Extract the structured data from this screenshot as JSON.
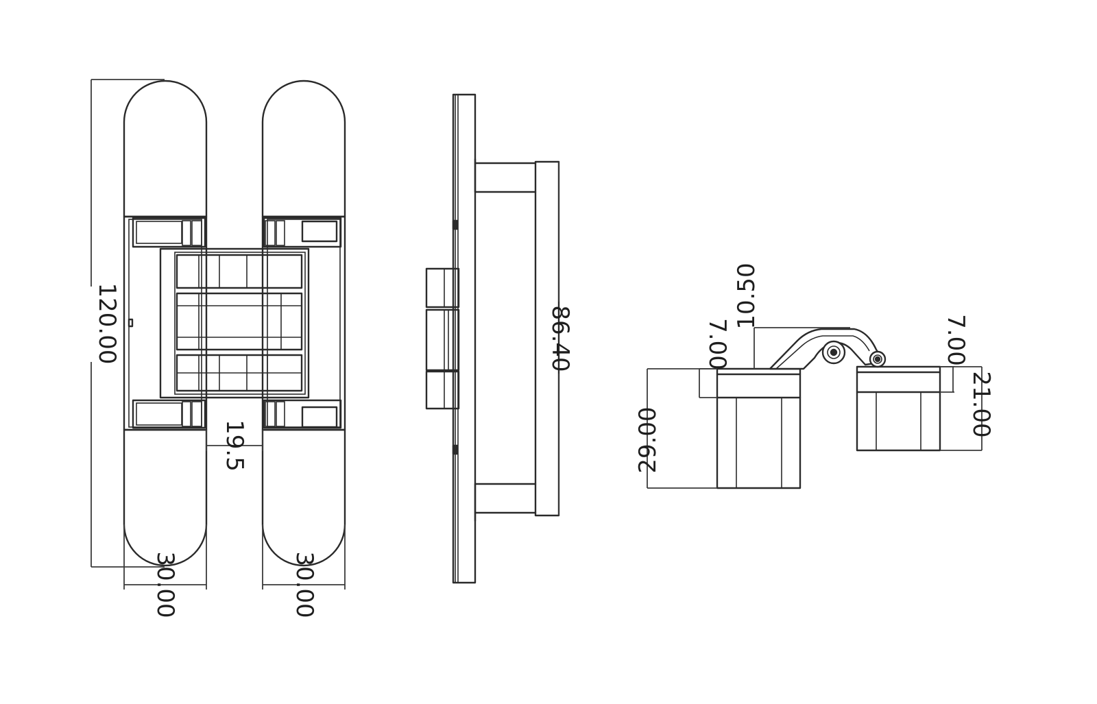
{
  "drawing": {
    "front_view": {
      "height_label": "120.00",
      "gap_label": "19.5",
      "left_width_label": "30.00",
      "right_width_label": "30.00"
    },
    "side_view": {
      "body_length_label": "86.40"
    },
    "open_view": {
      "knuckle_label": "10.50",
      "left_plate_label": "7.00",
      "right_plate_label": "7.00",
      "left_depth_label": "29.00",
      "right_depth_label": "21.00"
    }
  }
}
